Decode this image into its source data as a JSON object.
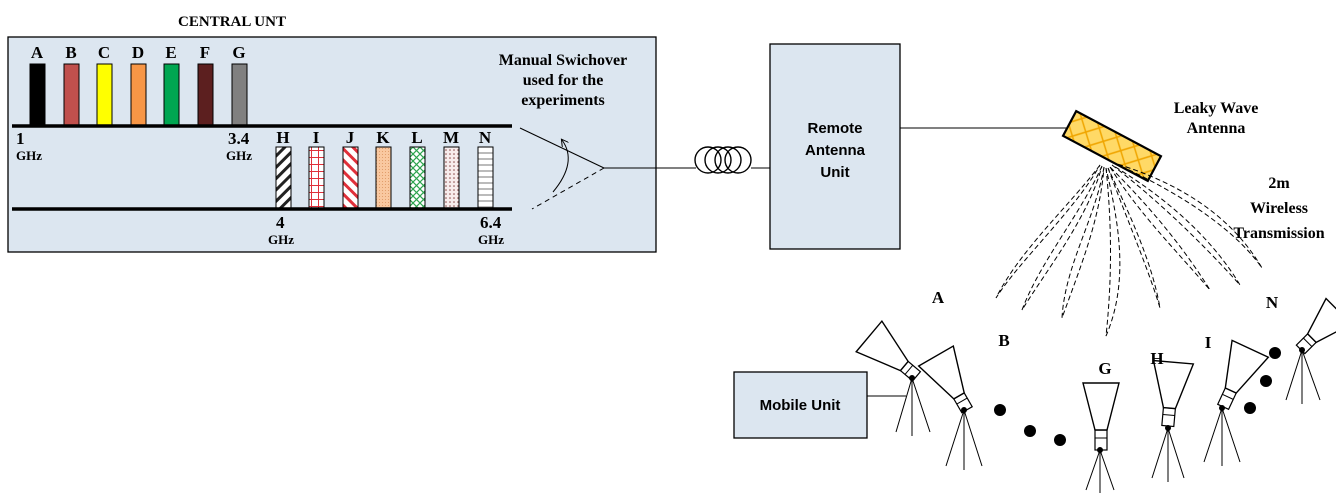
{
  "central_unit": {
    "title": "CENTRAL UNT",
    "band1": {
      "start_label": "1",
      "start_unit": "GHz",
      "end_label": "3.4",
      "end_unit": "GHz"
    },
    "band2": {
      "start_label": "4",
      "start_unit": "GHz",
      "end_label": "6.4",
      "end_unit": "GHz"
    },
    "channels_band1": [
      {
        "label": "A",
        "color": "#000000"
      },
      {
        "label": "B",
        "color": "#c0504d"
      },
      {
        "label": "C",
        "color": "#ffff00"
      },
      {
        "label": "D",
        "color": "#f79646"
      },
      {
        "label": "E",
        "color": "#00a651"
      },
      {
        "label": "F",
        "color": "#5c1f1f"
      },
      {
        "label": "G",
        "color": "#808080"
      }
    ],
    "channels_band2": [
      {
        "label": "H",
        "pattern": "diagonal-black"
      },
      {
        "label": "I",
        "pattern": "grid-red"
      },
      {
        "label": "J",
        "pattern": "diagonal-red"
      },
      {
        "label": "K",
        "pattern": "dots-peach"
      },
      {
        "label": "L",
        "pattern": "crosshatch-green"
      },
      {
        "label": "M",
        "pattern": "dots-brown"
      },
      {
        "label": "N",
        "pattern": "horizontal-gray"
      }
    ],
    "switch_label_line1": "Manual Swichover",
    "switch_label_line2": "used for the",
    "switch_label_line3": "experiments"
  },
  "remote_unit": {
    "line1": "Remote",
    "line2": "Antenna",
    "line3": "Unit"
  },
  "antenna": {
    "line1": "Leaky Wave",
    "line2": "Antenna"
  },
  "transmission": {
    "line1": "2m",
    "line2": "Wireless",
    "line3": "Transmission"
  },
  "mobile_unit": {
    "label": "Mobile Unit"
  },
  "receivers": [
    "A",
    "B",
    "G",
    "H",
    "I",
    "N"
  ],
  "colors": {
    "panel": "#dce6f0",
    "antenna_fill": "#ffd966",
    "antenna_grid": "#f0a500"
  }
}
